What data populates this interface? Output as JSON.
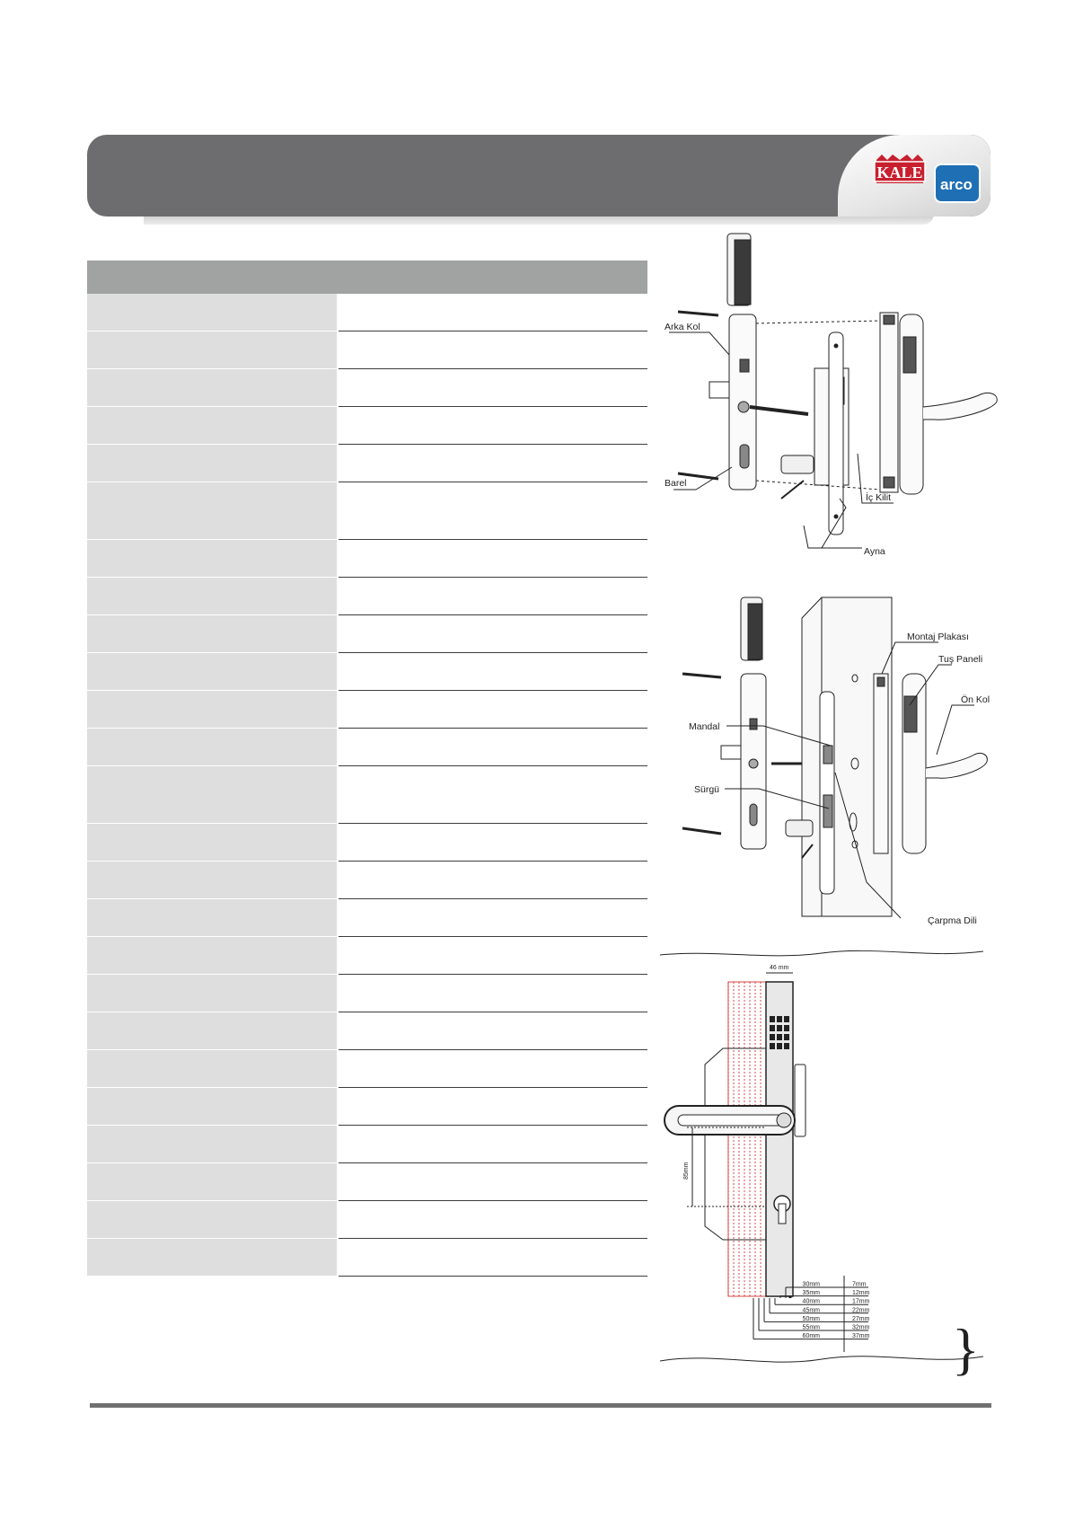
{
  "brand": {
    "kale_logo_text": "KALE",
    "arco_logo_text": "arco",
    "colors": {
      "banner": "#6d6c6e",
      "kale_red": "#c8202f",
      "arco_blue": "#1f6fb5"
    }
  },
  "spec_table": {
    "rows": [
      "",
      "",
      "",
      "",
      "",
      "",
      "",
      "",
      "",
      "",
      "",
      "",
      "",
      "",
      "",
      "",
      "",
      "",
      "",
      "",
      "",
      "",
      "",
      "",
      "",
      ""
    ]
  },
  "diagram_exploded": {
    "labels": {
      "arka_kol": "Arka Kol",
      "barel": "Barel",
      "ic_kilit": "İç Kilit",
      "ayna": "Ayna"
    }
  },
  "diagram_assembly": {
    "labels": {
      "montaj_plakasi": "Montaj Plakası",
      "tus_paneli": "Tuş Paneli",
      "on_kol": "Ön Kol",
      "mandal": "Mandal",
      "surgu": "Sürgü",
      "carpma_dili": "Çarpma Dili"
    }
  },
  "diagram_dimensions": {
    "width_label": "46 mm",
    "height_label": "85mm",
    "backset_rows": [
      {
        "backset": "30mm",
        "offset": "7mm"
      },
      {
        "backset": "35mm",
        "offset": "12mm"
      },
      {
        "backset": "40mm",
        "offset": "17mm"
      },
      {
        "backset": "45mm",
        "offset": "22mm"
      },
      {
        "backset": "50mm",
        "offset": "27mm"
      },
      {
        "backset": "55mm",
        "offset": "32mm"
      },
      {
        "backset": "60mm",
        "offset": "37mm"
      }
    ]
  }
}
